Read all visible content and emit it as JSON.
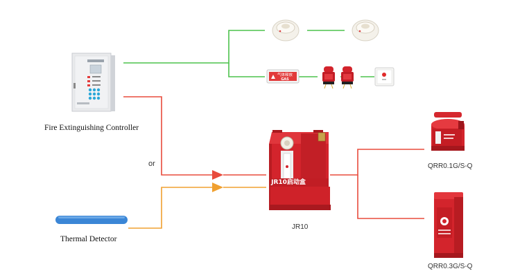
{
  "labels": {
    "controller": "Fire Extinguishing Controller",
    "thermal_detector": "Thermal Detector",
    "or": "or",
    "jr10": "JR10",
    "jr10_plate": "JR10启动盒",
    "cyl_top": "QRR0.1G/S-Q",
    "cyl_bottom": "QRR0.3G/S-Q",
    "gas_sign_cn": "气体释放",
    "gas_sign_en": "GAS"
  },
  "colors": {
    "green_line": "#4cc24c",
    "red_line": "#e84b3c",
    "orange_line": "#f0a030",
    "blue_cable": "#3b86d6",
    "device_red": "#d3242c"
  }
}
